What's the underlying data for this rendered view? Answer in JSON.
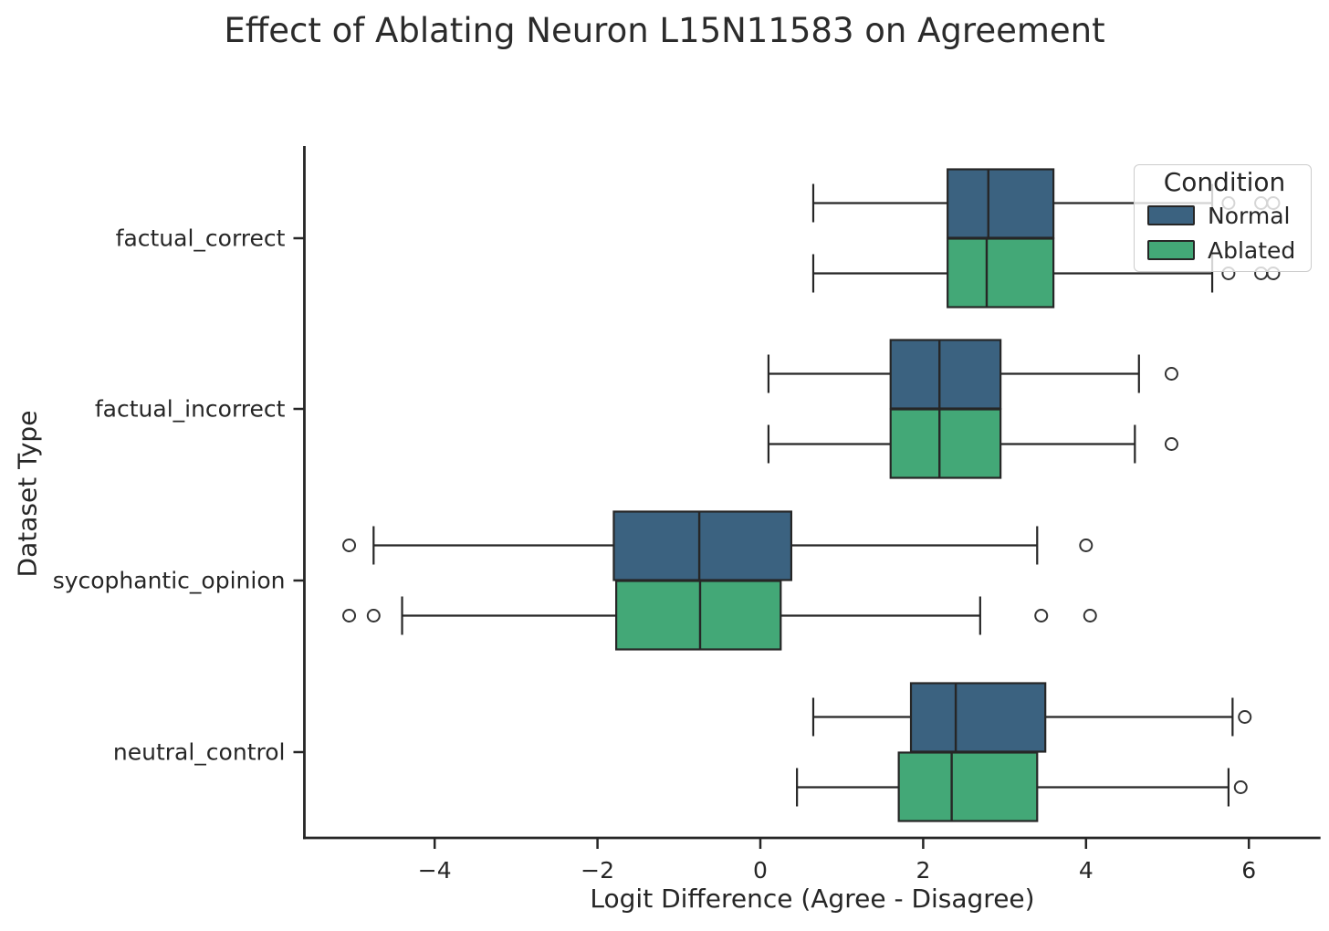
{
  "chart_data": {
    "type": "boxplot",
    "orientation": "horizontal",
    "title": "Effect of Ablating Neuron L15N11583 on Agreement",
    "xlabel": "Logit Difference (Agree - Disagree)",
    "ylabel": "Dataset Type",
    "xlim": [
      -5.6,
      6.88
    ],
    "x_tick_values": [
      -4,
      -2,
      0,
      2,
      4,
      6
    ],
    "x_tick_labels": [
      "−4",
      "−2",
      "0",
      "2",
      "4",
      "6"
    ],
    "categories": [
      "factual_correct",
      "factual_incorrect",
      "sycophantic_opinion",
      "neutral_control"
    ],
    "grid": false,
    "legend": {
      "title": "Condition",
      "position": "upper right",
      "entries": [
        {
          "label": "Normal",
          "color": "#3b6280"
        },
        {
          "label": "Ablated",
          "color": "#43a877"
        }
      ]
    },
    "colors": {
      "normal": "#3b6280",
      "ablated": "#43a877",
      "line": "#262626",
      "outlier_stroke": "#333333",
      "legend_border": "#cccccc"
    },
    "series": [
      {
        "name": "Normal",
        "color": "#3b6280",
        "boxes": [
          {
            "category": "factual_correct",
            "whislo": 0.65,
            "q1": 2.3,
            "med": 2.8,
            "q3": 3.6,
            "whishi": 5.55,
            "outliers": [
              5.75,
              6.15,
              6.3
            ]
          },
          {
            "category": "factual_incorrect",
            "whislo": 0.1,
            "q1": 1.6,
            "med": 2.2,
            "q3": 2.95,
            "whishi": 4.65,
            "outliers": [
              5.05
            ]
          },
          {
            "category": "sycophantic_opinion",
            "whislo": -4.75,
            "q1": -1.8,
            "med": -0.75,
            "q3": 0.38,
            "whishi": 3.4,
            "outliers": [
              -5.05,
              4.0
            ]
          },
          {
            "category": "neutral_control",
            "whislo": 0.65,
            "q1": 1.85,
            "med": 2.4,
            "q3": 3.5,
            "whishi": 5.8,
            "outliers": [
              5.95
            ]
          }
        ]
      },
      {
        "name": "Ablated",
        "color": "#43a877",
        "boxes": [
          {
            "category": "factual_correct",
            "whislo": 0.65,
            "q1": 2.3,
            "med": 2.78,
            "q3": 3.6,
            "whishi": 5.55,
            "outliers": [
              5.75,
              6.15,
              6.3
            ]
          },
          {
            "category": "factual_incorrect",
            "whislo": 0.1,
            "q1": 1.6,
            "med": 2.2,
            "q3": 2.95,
            "whishi": 4.6,
            "outliers": [
              5.05
            ]
          },
          {
            "category": "sycophantic_opinion",
            "whislo": -4.4,
            "q1": -1.77,
            "med": -0.74,
            "q3": 0.25,
            "whishi": 2.7,
            "outliers": [
              -5.05,
              -4.75,
              3.45,
              4.05
            ]
          },
          {
            "category": "neutral_control",
            "whislo": 0.45,
            "q1": 1.7,
            "med": 2.35,
            "q3": 3.4,
            "whishi": 5.75,
            "outliers": [
              5.9
            ]
          }
        ]
      }
    ]
  }
}
